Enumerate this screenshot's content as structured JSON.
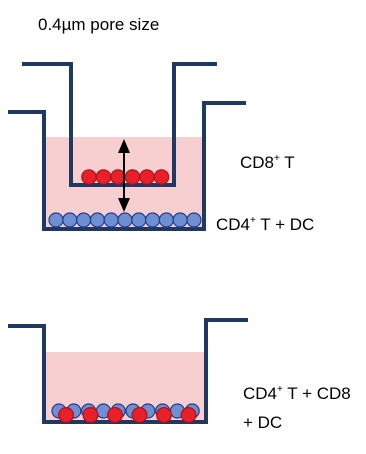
{
  "diagram": {
    "pore_label": "0.4µm pore size",
    "top_setup": {
      "upper_label": {
        "base": "CD8",
        "sup": "+",
        "rest": " T"
      },
      "lower_label": {
        "base": "CD4",
        "sup": "+",
        "rest": " T + DC"
      },
      "insert_cells": 6,
      "bottom_cells": 11
    },
    "bottom_setup": {
      "label_line1": {
        "base": "CD4",
        "sup": "+",
        "rest": " T + CD8"
      },
      "label_line2": "+ DC",
      "blue_cells": 10,
      "red_cells": 6
    },
    "colors": {
      "outline": "#1F3864",
      "medium": "#F8CFD1",
      "red_cell": "#E8202A",
      "red_cell_edge": "#B01018",
      "blue_cell": "#6F8FD3",
      "blue_cell_edge": "#1F3F8F",
      "arrow": "#000000"
    }
  }
}
